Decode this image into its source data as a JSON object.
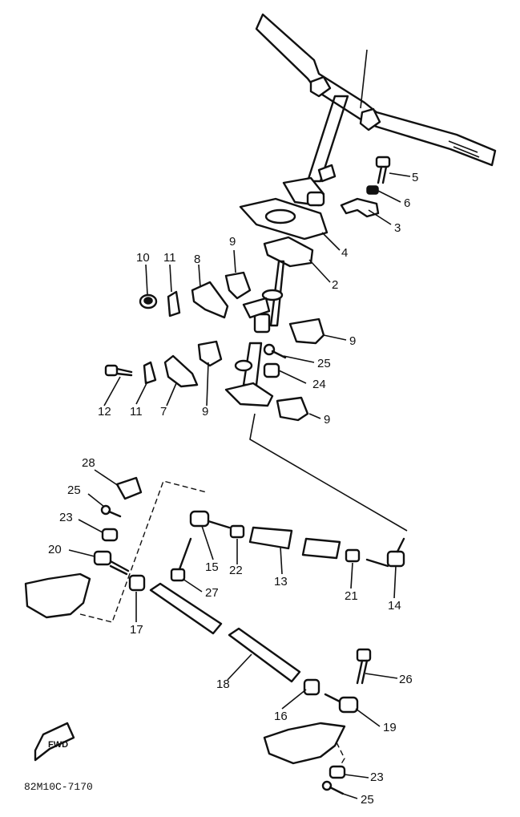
{
  "diagram": {
    "drawing_code": "82M10C-7170",
    "fwd_marker": "FWD",
    "callouts": [
      "5",
      "6",
      "3",
      "4",
      "2",
      "9",
      "10",
      "11",
      "8",
      "9",
      "25",
      "24",
      "12",
      "11",
      "7",
      "9",
      "9",
      "28",
      "25",
      "23",
      "20",
      "15",
      "22",
      "13",
      "21",
      "14",
      "27",
      "17",
      "18",
      "26",
      "16",
      "19",
      "23",
      "25"
    ]
  }
}
